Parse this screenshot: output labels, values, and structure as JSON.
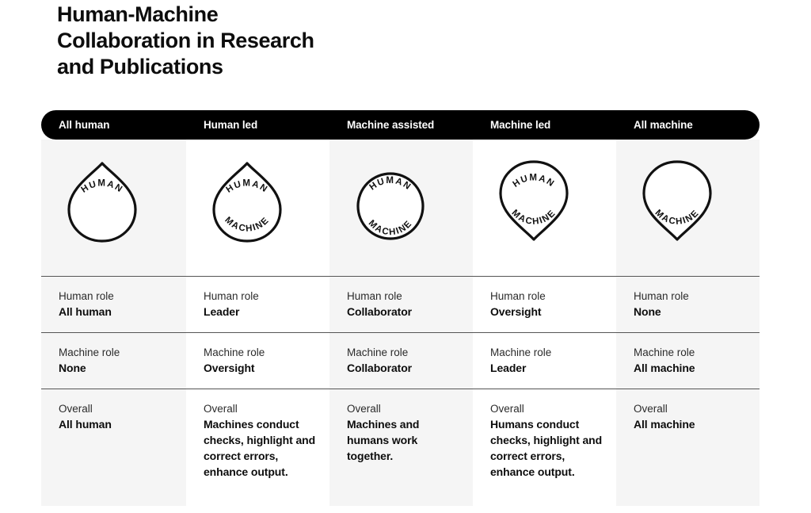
{
  "title": "Human-Machine\nCollaboration in Research\nand Publications",
  "colors": {
    "header_bg": "#000000",
    "header_text": "#ffffff",
    "shaded_column": "#f5f5f5",
    "plain_column": "#ffffff",
    "divider": "#555555",
    "label_text": "#2b2b2b",
    "value_text": "#0d0d0d",
    "icon_stroke": "#111111"
  },
  "table": {
    "headers": [
      "All human",
      "Human led",
      "Machine assisted",
      "Machine led",
      "All machine"
    ],
    "row_labels": {
      "human_role": "Human role",
      "machine_role": "Machine role",
      "overall": "Overall"
    },
    "columns": [
      {
        "header": "All human",
        "icon": {
          "name": "teardrop-point-up-human-icon",
          "shape": "teardrop-point-up",
          "top_text": "HUMAN",
          "bottom_text": ""
        },
        "human_role_label": "Human role",
        "human_role_value": "All human",
        "machine_role_label": "Machine role",
        "machine_role_value": "None",
        "overall_label": "Overall",
        "overall_value": "All human"
      },
      {
        "header": "Human led",
        "icon": {
          "name": "teardrop-point-up-human-machine-icon",
          "shape": "teardrop-point-up",
          "top_text": "HUMAN",
          "bottom_text": "MACHINE"
        },
        "human_role_label": "Human role",
        "human_role_value": "Leader",
        "machine_role_label": "Machine role",
        "machine_role_value": "Oversight",
        "overall_label": "Overall",
        "overall_value": "Machines conduct checks, highlight and correct errors, enhance output."
      },
      {
        "header": "Machine assisted",
        "icon": {
          "name": "circle-human-machine-icon",
          "shape": "circle",
          "top_text": "HUMAN",
          "bottom_text": "MACHINE"
        },
        "human_role_label": "Human role",
        "human_role_value": "Collaborator",
        "machine_role_label": "Machine role",
        "machine_role_value": "Collaborator",
        "overall_label": "Overall",
        "overall_value": "Machines and humans work together."
      },
      {
        "header": "Machine led",
        "icon": {
          "name": "teardrop-point-down-human-machine-icon",
          "shape": "teardrop-point-down",
          "top_text": "HUMAN",
          "bottom_text": "MACHINE"
        },
        "human_role_label": "Human role",
        "human_role_value": "Oversight",
        "machine_role_label": "Machine role",
        "machine_role_value": "Leader",
        "overall_label": "Overall",
        "overall_value": "Humans conduct checks, highlight and correct errors, enhance output."
      },
      {
        "header": "All machine",
        "icon": {
          "name": "teardrop-point-down-machine-icon",
          "shape": "teardrop-point-down",
          "top_text": "",
          "bottom_text": "MACHINE"
        },
        "human_role_label": "Human role",
        "human_role_value": "None",
        "machine_role_label": "Machine role",
        "machine_role_value": "All machine",
        "overall_label": "Overall",
        "overall_value": "All machine"
      }
    ]
  }
}
